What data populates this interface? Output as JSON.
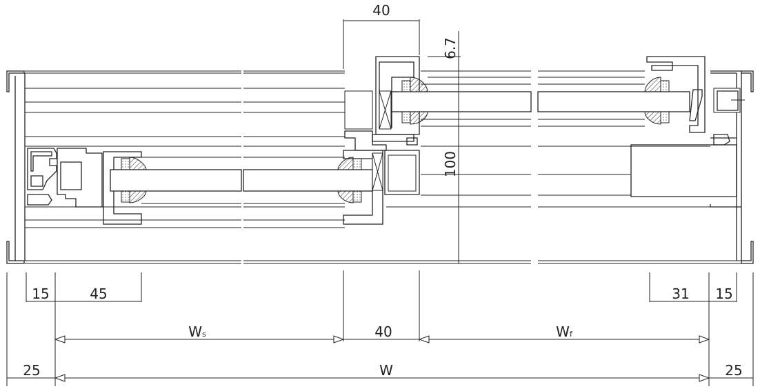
{
  "dimensions": {
    "top_width": "40",
    "top_offset": "6.7",
    "height": "100",
    "left_edge": "15",
    "left_profile": "45",
    "right_profile": "31",
    "right_edge": "15",
    "ws_label": "W",
    "ws_sub": "s",
    "middle": "40",
    "wf_label": "W",
    "wf_sub": "f",
    "left_margin": "25",
    "total_label": "W",
    "right_margin": "25"
  }
}
